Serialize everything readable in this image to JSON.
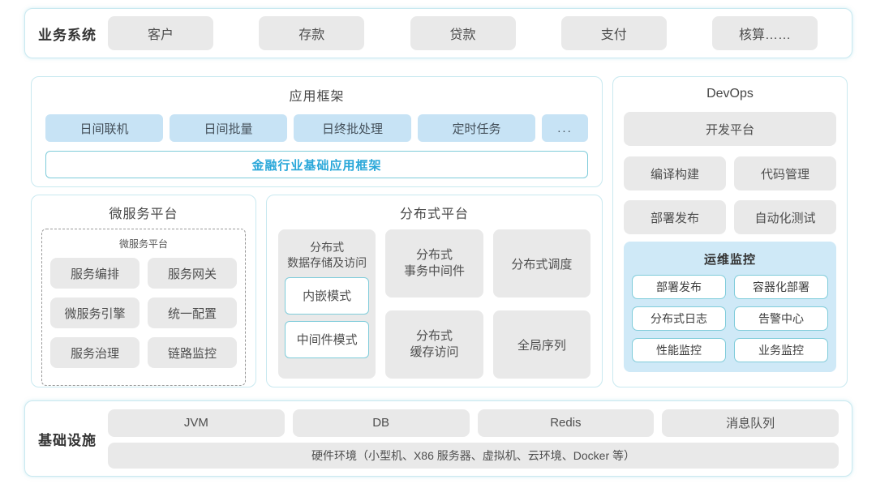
{
  "business_systems": {
    "label": "业务系统",
    "items": [
      "客户",
      "存款",
      "贷款",
      "支付",
      "核算……"
    ]
  },
  "app_framework": {
    "title": "应用框架",
    "modules": [
      "日间联机",
      "日间批量",
      "日终批处理",
      "定时任务",
      "..."
    ],
    "base_framework": "金融行业基础应用框架"
  },
  "microservice_platform": {
    "title": "微服务平台",
    "inner_title": "微服务平台",
    "items": [
      "服务编排",
      "服务网关",
      "微服务引擎",
      "统一配置",
      "服务治理",
      "链路监控"
    ]
  },
  "distributed_platform": {
    "title": "分布式平台",
    "storage": {
      "label": "分布式\n数据存储及访问",
      "modes": [
        "内嵌模式",
        "中间件模式"
      ]
    },
    "items": [
      "分布式\n事务中间件",
      "分布式调度",
      "分布式\n缓存访问",
      "全局序列"
    ]
  },
  "devops": {
    "title": "DevOps",
    "dev_platform": "开发平台",
    "tools": [
      "编译构建",
      "代码管理",
      "部署发布",
      "自动化测试"
    ],
    "ops": {
      "title": "运维监控",
      "items": [
        "部署发布",
        "容器化部署",
        "分布式日志",
        "告警中心",
        "性能监控",
        "业务监控"
      ]
    }
  },
  "infrastructure": {
    "label": "基础设施",
    "items": [
      "JVM",
      "DB",
      "Redis",
      "消息队列"
    ],
    "hardware": "硬件环境（小型机、X86 服务器、虚拟机、云环境、Docker 等）"
  },
  "colors": {
    "section_border": "#c9e9f0",
    "gray_box_bg": "#e9e9e9",
    "blue_box_bg": "#c7e3f5",
    "teal_border": "#7fccda",
    "accent_text": "#29a7d9",
    "ops_panel_bg": "#cfe9f7",
    "text_dark": "#333333",
    "text_gray": "#4e4e4e"
  }
}
